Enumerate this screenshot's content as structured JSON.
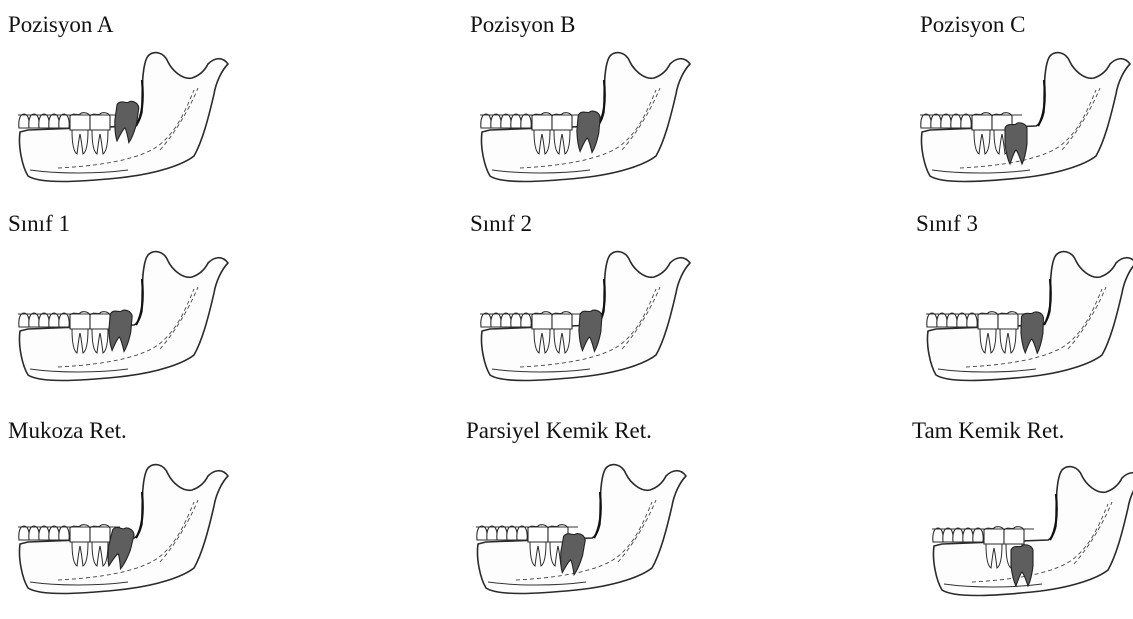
{
  "panels": [
    {
      "label": "Pozisyon A",
      "variant": "posA"
    },
    {
      "label": "Pozisyon B",
      "variant": "posB"
    },
    {
      "label": "Pozisyon C",
      "variant": "posC"
    },
    {
      "label": "Sınıf 1",
      "variant": "cls1"
    },
    {
      "label": "Sınıf 2",
      "variant": "cls2"
    },
    {
      "label": "Sınıf 3",
      "variant": "cls3"
    },
    {
      "label": "Mukoza Ret.",
      "variant": "muk"
    },
    {
      "label": "Parsiyel Kemik Ret.",
      "variant": "par"
    },
    {
      "label": "Tam Kemik Ret.",
      "variant": "tam"
    }
  ]
}
